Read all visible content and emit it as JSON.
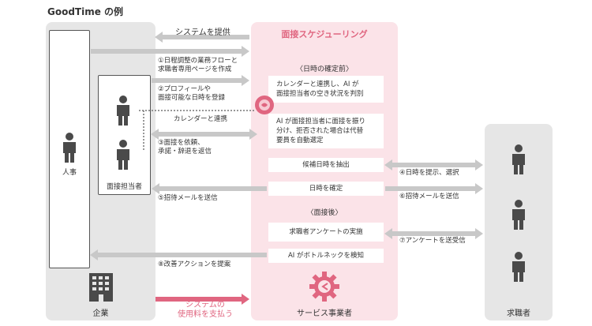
{
  "title": "GoodTime の例",
  "company": {
    "hr_label": "人事",
    "interviewer_label": "面接担当者",
    "company_label": "企業"
  },
  "service": {
    "title": "面接スケジューリング",
    "before_header": "〈日時の確定前〉",
    "after_header": "〈面接後〉",
    "box1_line1": "カレンダーと連携し、AI が",
    "box1_line2": "面接担当者の空き状況を判別",
    "box2_line1": "AI が面接担当者に面接を振り",
    "box2_line2": "分け、拒否された場合は代替",
    "box2_line3": "要員を自動選定",
    "box3": "候補日時を抽出",
    "box4": "日時を確定",
    "box5": "求職者アンケートの実施",
    "box6": "AI がボトルネックを検知",
    "provider_label": "サービス事業者"
  },
  "candidate": {
    "label": "求職者"
  },
  "flows": {
    "provide": "システムを提供",
    "step1_line1": "①日程調整の業務フローと",
    "step1_line2": "求職者専用ページを作成",
    "step2_line1": "②プロフィールや",
    "step2_line2": "面接可能な日時を登録",
    "calendar": "カレンダーと連携",
    "step3_line1": "③面接を依頼、",
    "step3_line2": "承諾・辞退を返信",
    "step4": "④日時を提示、選択",
    "step5": "⑤招待メールを送信",
    "step6": "⑥招待メールを送信",
    "step7": "⑦アンケートを送受信",
    "step8": "⑧改善アクションを提案",
    "pay_line1": "システムの",
    "pay_line2": "使用料を支払う"
  },
  "colors": {
    "accent": "#e06680",
    "panel_gray": "#e6e6e6",
    "panel_pink": "#fbe3e8",
    "arrow_gray": "#c8c8c8",
    "figure": "#4a4a4a"
  },
  "icons": {
    "person": "person-icon",
    "building": "building-icon",
    "gear": "gear-icon",
    "brain": "brain-icon"
  }
}
